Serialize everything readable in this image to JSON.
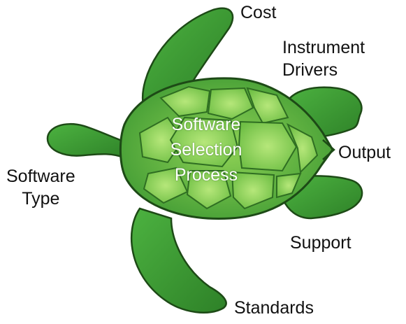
{
  "center_title": {
    "lines": [
      "Software",
      "Selection",
      "Process"
    ]
  },
  "labels": {
    "cost": [
      "Cost"
    ],
    "instrument_drivers": [
      "Instrument",
      "Drivers"
    ],
    "output": [
      "Output"
    ],
    "support": [
      "Support"
    ],
    "standards": [
      "Standards"
    ],
    "software_type": [
      "Software",
      "Type"
    ]
  },
  "colors": {
    "outline": "#1d4a16",
    "flipper": "#3c9e34",
    "flipper_dark": "#2d7e27",
    "shell_base": "#4fa83c",
    "shell_scute": "#7fcc4e",
    "shell_scute_light": "#a8e06b",
    "label_text": "#111111",
    "title_text": "#ffffff"
  },
  "icons": {
    "turtle": "turtle-illustration"
  }
}
